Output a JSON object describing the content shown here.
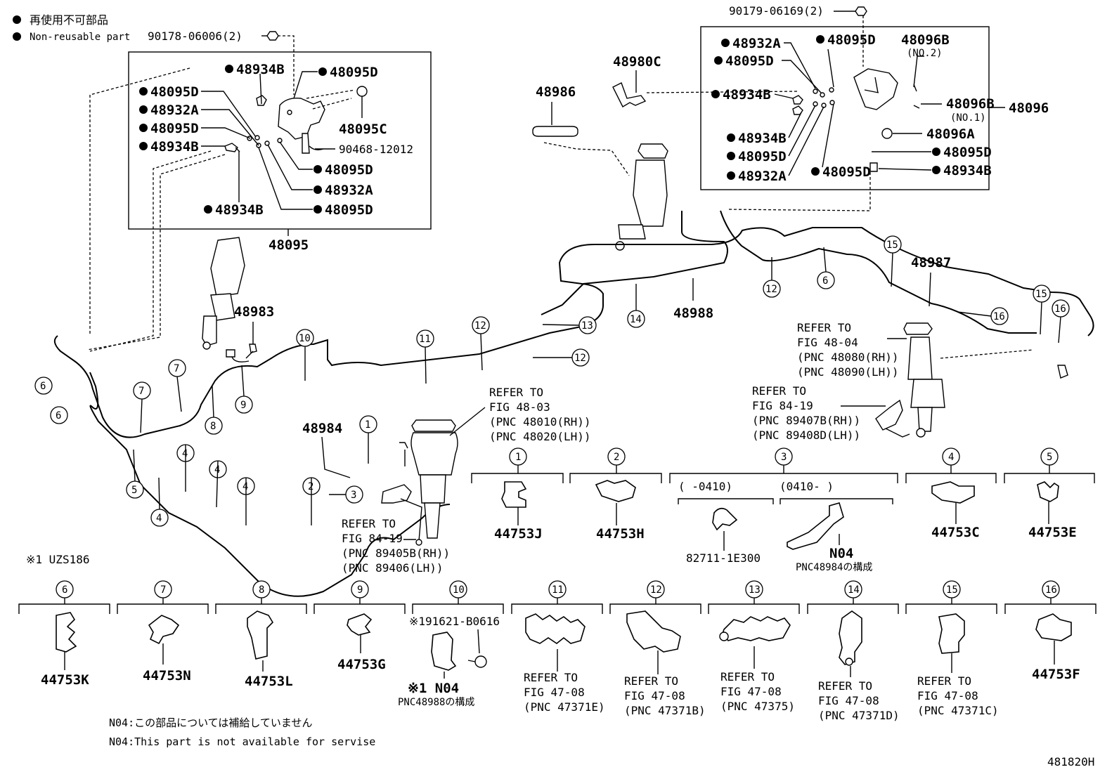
{
  "legend": {
    "jp": "再使用不可部品",
    "en": "Non-reusable part"
  },
  "diagram_id": "481820H",
  "left_box": {
    "label": "48095",
    "bolt": "90178-06006(2)",
    "parts": [
      "48934B",
      "48095D",
      "48095D",
      "48932A",
      "48095D",
      "48934B",
      "48095C",
      "90468-12012",
      "48095D",
      "48932A",
      "48934B",
      "48095D"
    ]
  },
  "right_box": {
    "label": "48096",
    "bolt": "90179-06169(2)",
    "parts": [
      "48932A",
      "48095D",
      "48096B",
      "(NO.2)",
      "48095D",
      "48934B",
      "48096B",
      "(NO.1)",
      "48934B",
      "48096A",
      "48095D",
      "48095D",
      "48932A",
      "48095D",
      "48934B"
    ]
  },
  "labels": {
    "l48980c": "48980C",
    "l48986": "48986",
    "l48983": "48983",
    "l48984": "48984",
    "l48988": "48988",
    "l48987": "48987"
  },
  "refs": {
    "fig4803": [
      "REFER TO",
      "FIG 48-03",
      "(PNC 48010(RH))",
      "(PNC 48020(LH))"
    ],
    "fig8419a": [
      "REFER TO",
      "FIG 84-19",
      "(PNC 89405B(RH))",
      "(PNC 89406(LH))"
    ],
    "fig4804": [
      "REFER TO",
      "FIG 48-04",
      "(PNC 48080(RH))",
      "(PNC 48090(LH))"
    ],
    "fig8419b": [
      "REFER TO",
      "FIG 84-19",
      "(PNC 89407B(RH))",
      "(PNC 89408D(LH))"
    ]
  },
  "note_model": "※1  UZS186",
  "row1": {
    "c1": {
      "num": "1",
      "part": "44753J"
    },
    "c2": {
      "num": "2",
      "part": "44753H"
    },
    "c3": {
      "num": "3",
      "range_a": "(    -0410)",
      "range_b": "(0410-    )",
      "part_a": "82711-1E300",
      "part_b": "N04",
      "sub_b": "PNC48984の構成"
    },
    "c4": {
      "num": "4",
      "part": "44753C"
    },
    "c5": {
      "num": "5",
      "part": "44753E"
    }
  },
  "row2": {
    "c6": {
      "num": "6",
      "part": "44753K"
    },
    "c7": {
      "num": "7",
      "part": "44753N"
    },
    "c8": {
      "num": "8",
      "part": "44753L"
    },
    "c9": {
      "num": "9",
      "part": "44753G"
    },
    "c10": {
      "num": "10",
      "bolt": "※191621-B0616",
      "part": "※1 N04",
      "sub": "PNC48988の構成"
    },
    "c11": {
      "num": "11",
      "ref": [
        "REFER TO",
        "FIG 47-08",
        "(PNC 47371E)"
      ]
    },
    "c12": {
      "num": "12",
      "ref": [
        "REFER TO",
        "FIG 47-08",
        "(PNC 47371B)"
      ]
    },
    "c13": {
      "num": "13",
      "ref": [
        "REFER TO",
        "FIG 47-08",
        "(PNC 47375)"
      ]
    },
    "c14": {
      "num": "14",
      "ref": [
        "REFER TO",
        "FIG 47-08",
        "(PNC 47371D)"
      ]
    },
    "c15": {
      "num": "15",
      "ref": [
        "REFER TO",
        "FIG 47-08",
        "(PNC 47371C)"
      ]
    },
    "c16": {
      "num": "16",
      "part": "44753F"
    }
  },
  "footnotes": {
    "jp": "N04:この部品については補給していません",
    "en": "N04:This part is not available for servise"
  },
  "hose_callouts": [
    "6",
    "6",
    "7",
    "7",
    "8",
    "9",
    "10",
    "11",
    "12",
    "13",
    "12",
    "14",
    "12",
    "6",
    "15",
    "16",
    "15",
    "16",
    "5",
    "4",
    "4",
    "4",
    "4",
    "2",
    "3",
    "1"
  ]
}
